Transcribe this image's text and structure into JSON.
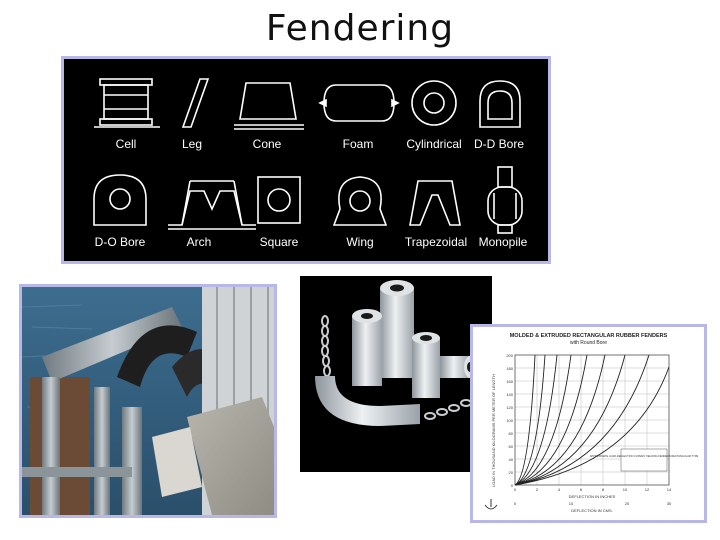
{
  "slide": {
    "title": "Fendering"
  },
  "fender_types": {
    "row1": [
      "Cell",
      "Leg",
      "Cone",
      "Foam",
      "Cylindrical",
      "D-D Bore"
    ],
    "row2": [
      "D-O Bore",
      "Arch",
      "Square",
      "Wing",
      "Trapezoidal",
      "Monopile"
    ]
  },
  "chart": {
    "title": "MOLDED & EXTRUDED RECTANGULAR RUBBER FENDERS",
    "subtitle": "with Round Bore",
    "note": "APPROXIMATE LOAD-DEFLECTION CURVES YIELDING FENDERS RECTANGULAR TYPE",
    "xlabel_in": "DEFLECTION IN INCHES",
    "xlabel_cm": "DEFLECTION IN CMS.",
    "ylabel": "LOAD IN THOUSAND KILOGRAMS PER METER OF LENGTH",
    "y_ticks": [
      "200",
      "180",
      "160",
      "140",
      "120",
      "100",
      "80",
      "60",
      "40",
      "20",
      "0"
    ],
    "x_ticks_in": [
      "0",
      "2",
      "4",
      "6",
      "8",
      "10",
      "12",
      "14"
    ],
    "x_ticks_cm": [
      "0",
      "10",
      "20",
      "30"
    ]
  }
}
